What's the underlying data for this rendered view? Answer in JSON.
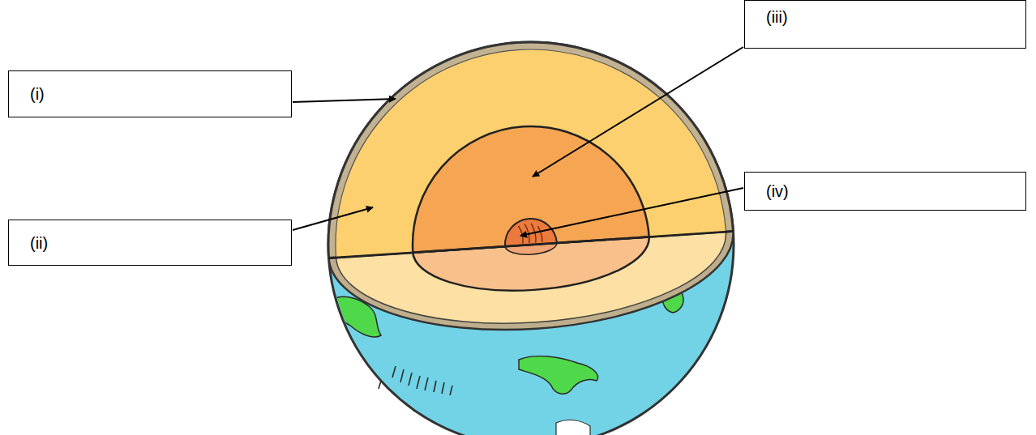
{
  "diagram": {
    "nodes": [
      {
        "text": [
          "(i)"
        ]
      },
      {
        "text": [
          "(ii)"
        ]
      },
      {
        "text": [
          "(iii)"
        ]
      },
      {
        "text": [
          "(iv)"
        ]
      }
    ]
  }
}
